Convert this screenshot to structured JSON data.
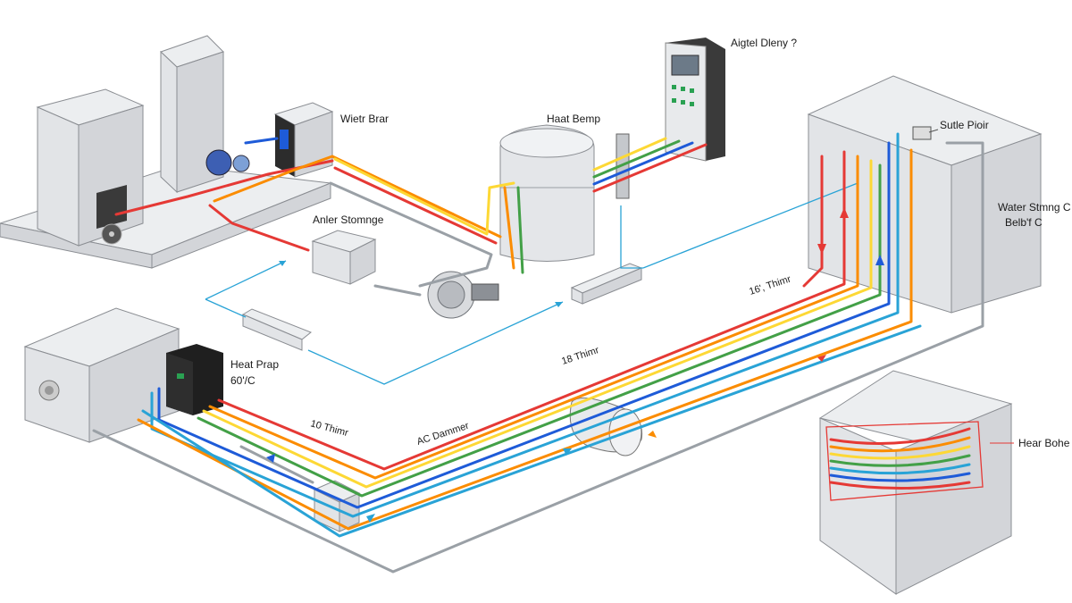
{
  "diagram": {
    "labels": {
      "water_bar": "Wietr Brar",
      "heat_bemp": "Haat Bemp",
      "aigtel_diany": "Aigtel Dleny ?",
      "sutle_pioir": "Sutle Pioir",
      "water_stmg": "Water Stmng C",
      "belbf": "Belb'f C",
      "anler_stomnge": "Anler Stomnge",
      "heat_prap": "Heat Prap",
      "temp_60": "60'/C",
      "pipe_16_thimr": "16', Thimr",
      "pipe_18_thimr": "18 Thimr",
      "pipe_10_thimr": "10 Thimr",
      "ac_dammer": "AC Dammer",
      "hear_bohe": "Hear Bohe"
    },
    "colors": {
      "red": "#e53935",
      "orange": "#fb8c00",
      "yellow": "#fdd835",
      "green": "#43a047",
      "blue": "#1e5bd8",
      "cyan": "#29a3d6",
      "grey_pipe": "#9aa0a6",
      "unit_body": "#e2e4e7",
      "controller": "#2b2b2b"
    }
  }
}
